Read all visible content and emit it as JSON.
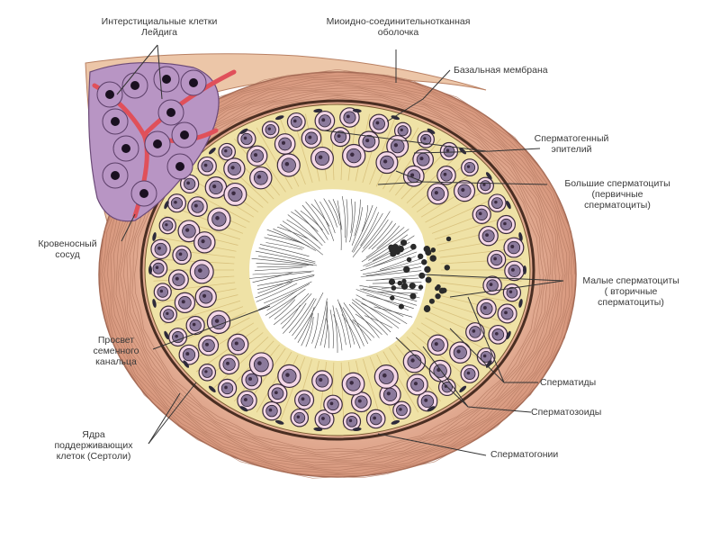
{
  "labels": {
    "leydig": [
      "Интерстициальные клетки",
      "Лейдига"
    ],
    "myoid": [
      "Миоидно-соединительнотканная",
      "оболочка"
    ],
    "basal": [
      "Базальная мембрана"
    ],
    "epithelium": [
      "Сперматогенный",
      "эпителий"
    ],
    "primary": [
      "Большие сперматоциты",
      "(первичные",
      "сперматоциты)"
    ],
    "vessel": [
      "Кровеносный",
      "сосуд"
    ],
    "secondary": [
      "Малые сперматоциты",
      "( вторичные",
      "сперматоциты)"
    ],
    "lumen": [
      "Просвет",
      "семенного",
      "канальца"
    ],
    "spermatids": [
      "Сперматиды"
    ],
    "spermatozoa": [
      "Сперматозоиды"
    ],
    "sertoli": [
      "Ядра",
      "поддерживающих",
      "клеток (Сертоли)"
    ],
    "spermatogonia": [
      "Сперматогонии"
    ]
  },
  "colors": {
    "tunica": "#e8b8a0",
    "tunica_dark": "#c98e78",
    "epithelium": "#efe2a6",
    "basal_line": "#5a3b2a",
    "cell_fill": "#f2d5e6",
    "nucleus": "#8a7a9a",
    "interstitial": "#b895c4",
    "leydig_nucleus": "#1a1020",
    "vessel": "#e0505a",
    "lumen": "#ffffff",
    "leader": "#333333"
  }
}
